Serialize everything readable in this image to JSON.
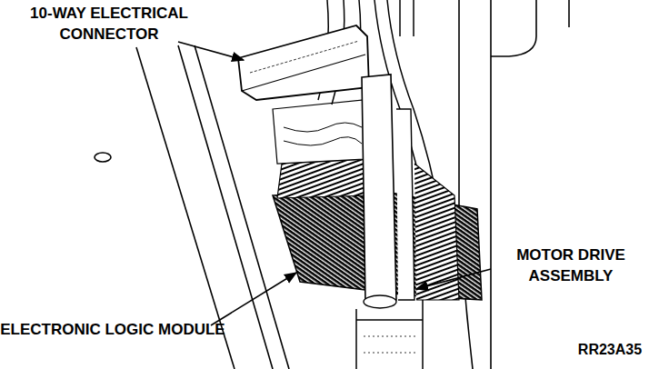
{
  "diagram": {
    "labels": [
      "10-WAY ELECTRICAL CONNECTOR",
      "MOTOR DRIVE ASSEMBLY",
      "ELECTRONIC LOGIC MODULE",
      "RR23A35"
    ]
  }
}
